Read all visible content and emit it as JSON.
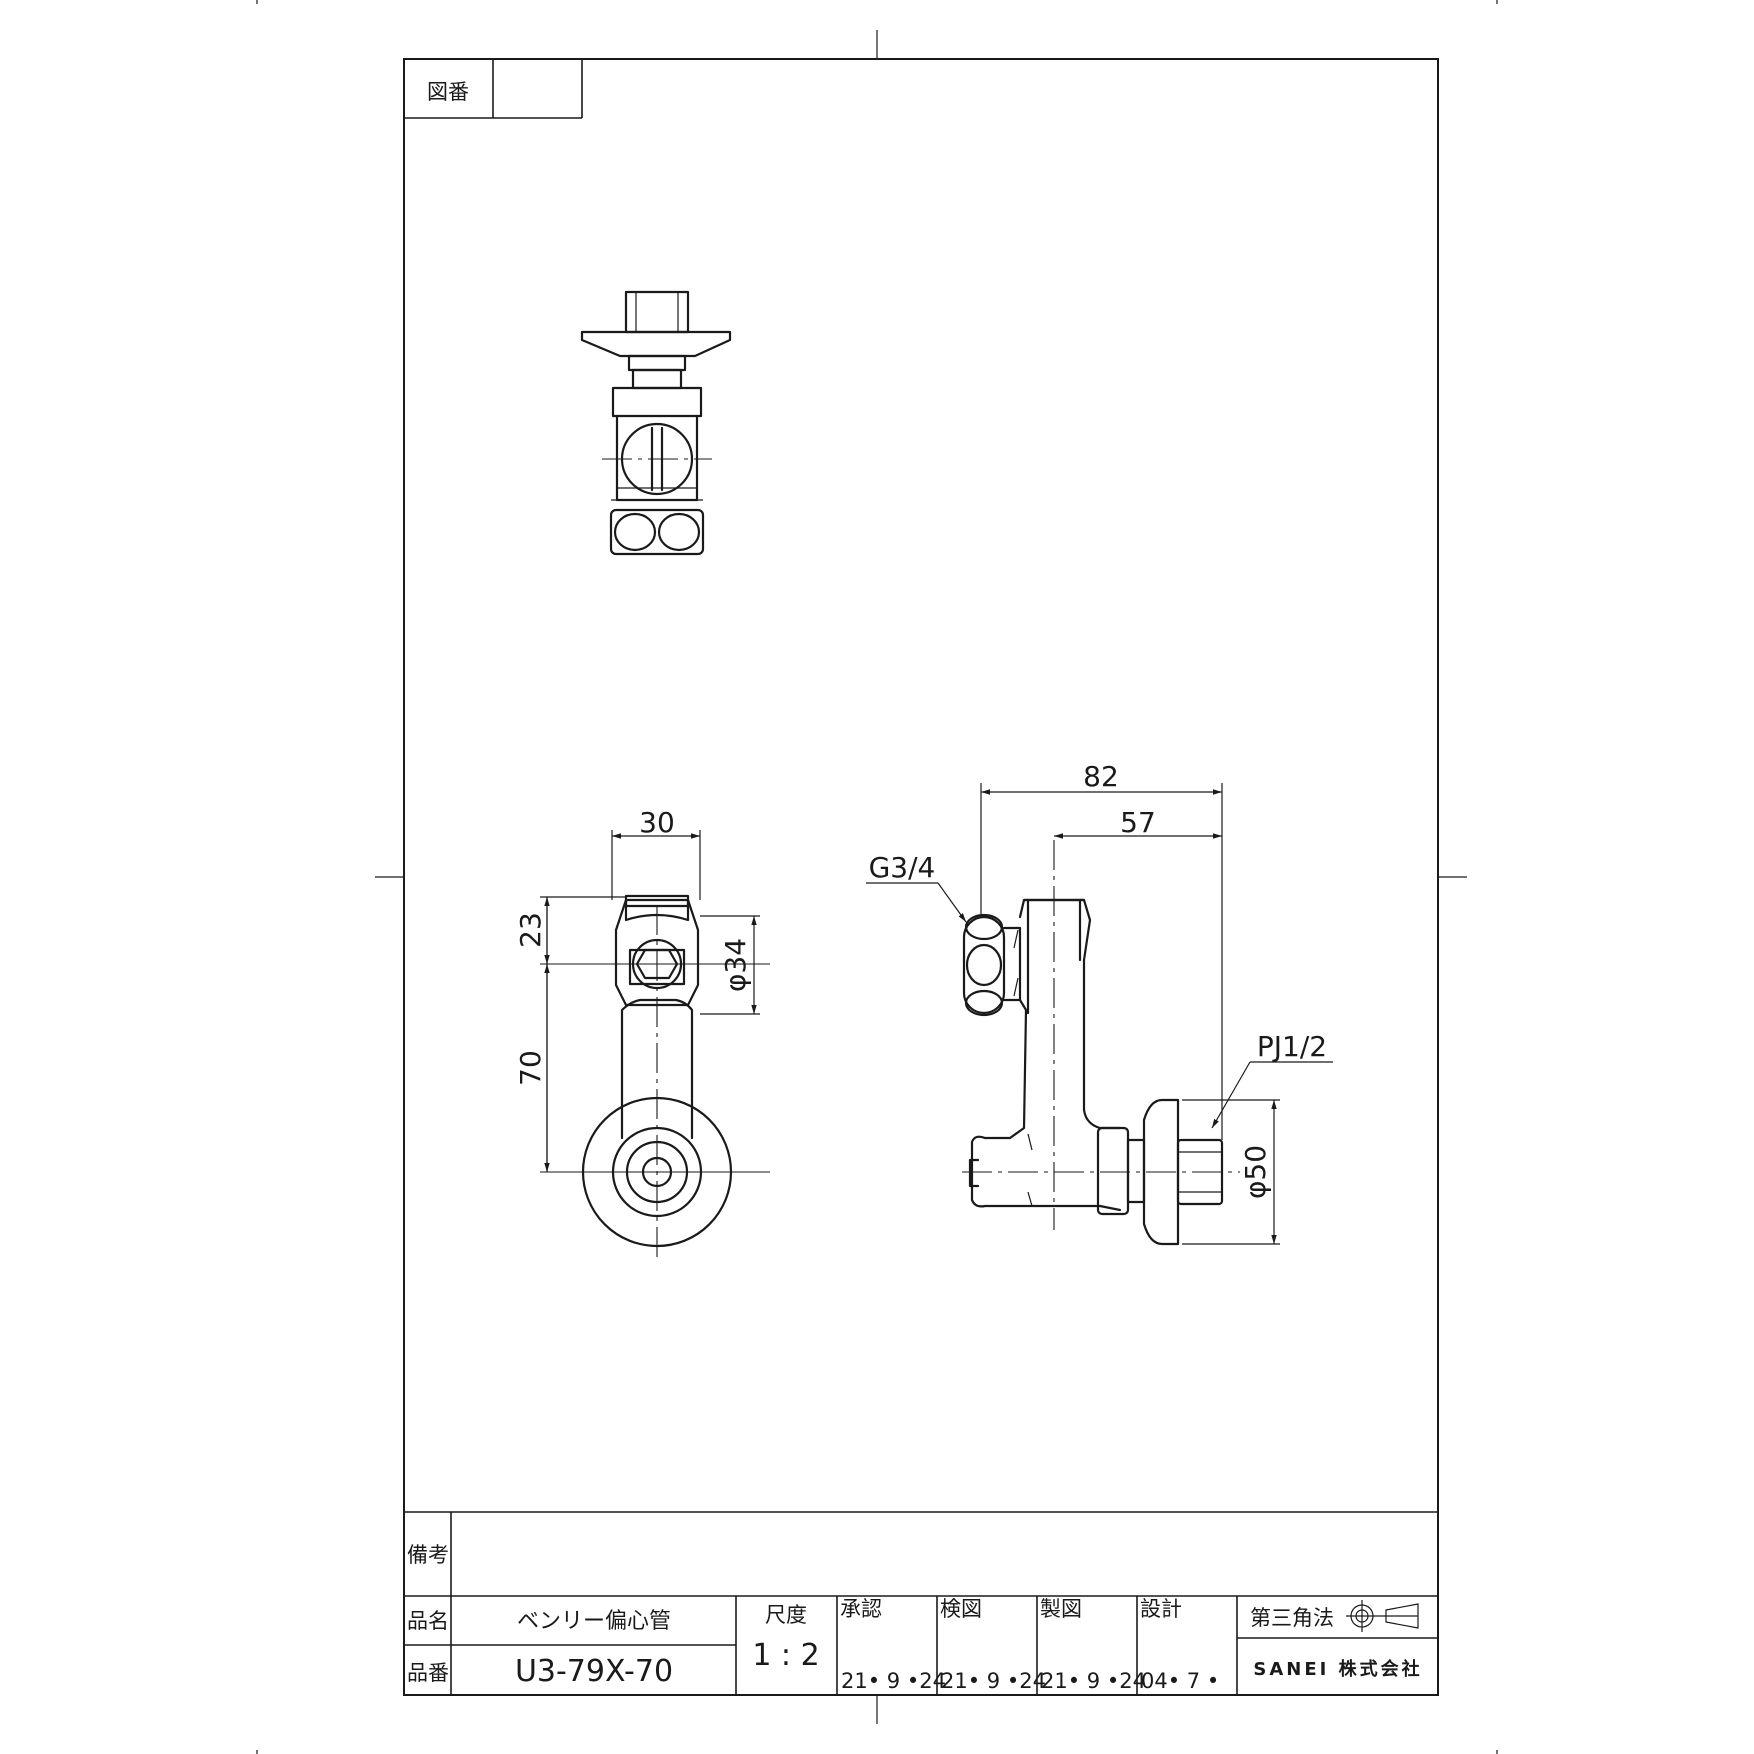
{
  "drawing_number": {
    "label": "図番",
    "value": ""
  },
  "dimensions": {
    "width_30": "30",
    "height_23": "23",
    "height_70": "70",
    "dia_34": "φ34",
    "len_82": "82",
    "len_57": "57",
    "thread_g": "G3/4",
    "thread_pj": "PJ1/2",
    "dia_50": "φ50"
  },
  "title_block": {
    "remarks_label": "備考",
    "remarks_value": "",
    "name_label": "品名",
    "name_value": "ベンリー偏心管",
    "number_label": "品番",
    "number_value": "U3-79X-70",
    "scale_label": "尺度",
    "scale_value": "1 : 2",
    "approved_label": "承認",
    "approved_date": "21• 9 •24",
    "checked_label": "検図",
    "checked_date": "21• 9 •24",
    "drawn_label": "製図",
    "drawn_date": "21• 9 •24",
    "designed_label": "設計",
    "designed_date": "04• 7 •",
    "projection_label": "第三角法",
    "company": "SANEI 株式会社"
  }
}
